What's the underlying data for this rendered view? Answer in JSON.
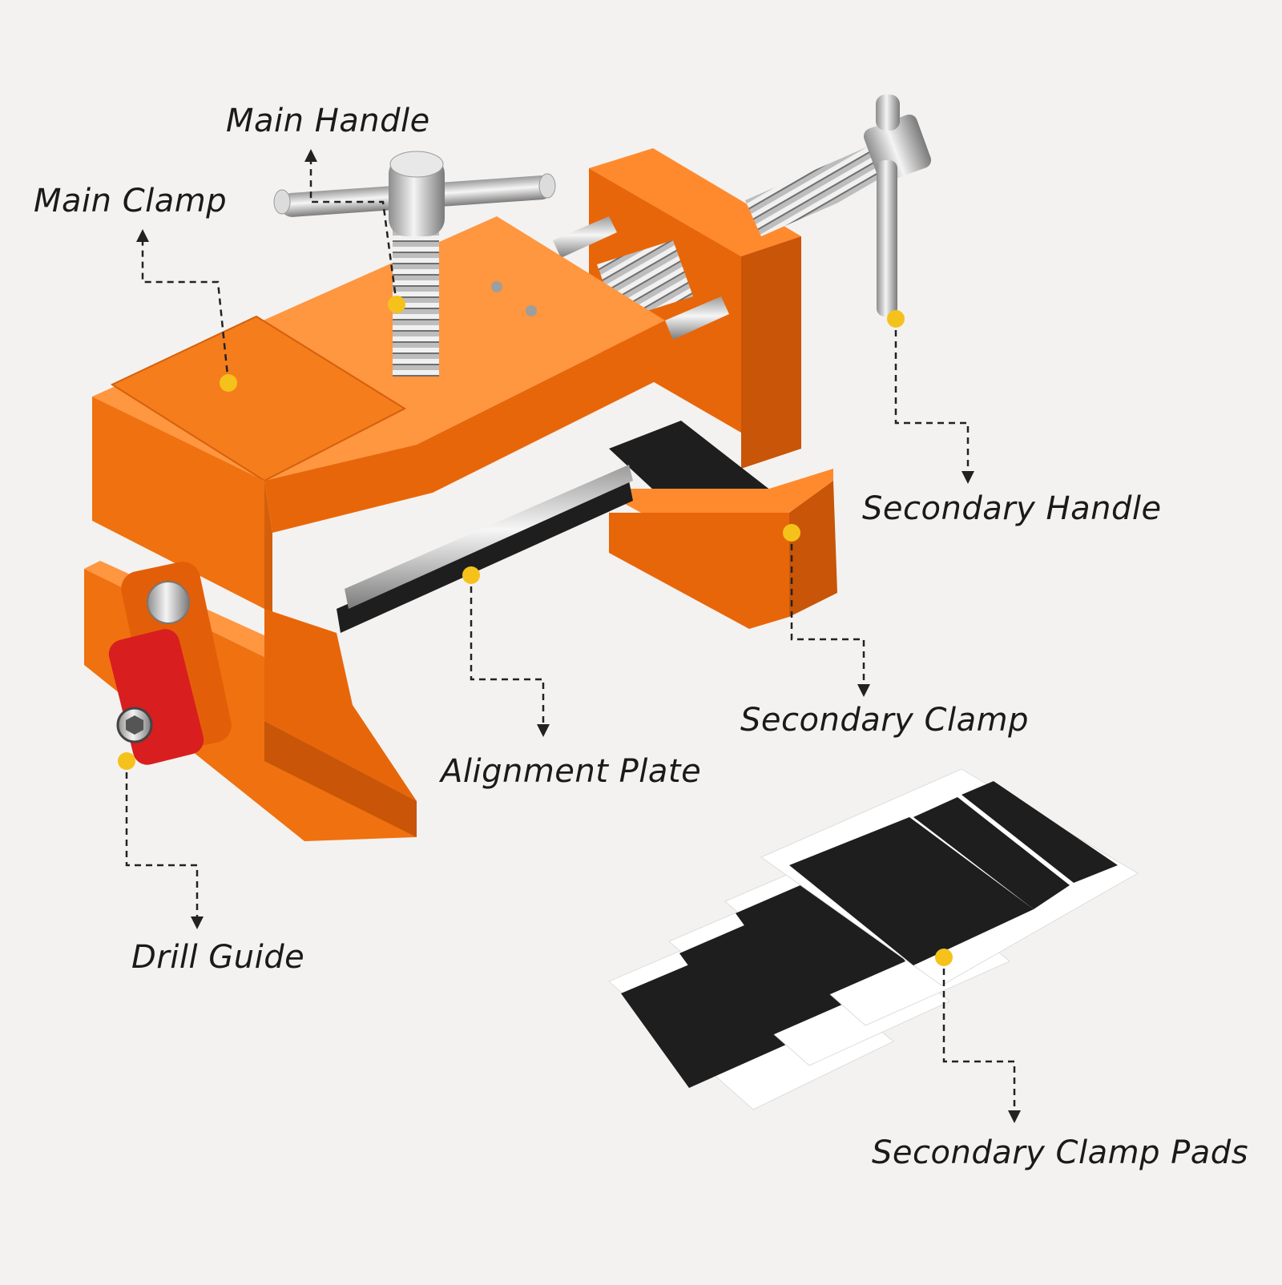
{
  "labels": {
    "main_handle": "Main Handle",
    "main_clamp": "Main Clamp",
    "secondary_handle": "Secondary Handle",
    "secondary_clamp": "Secondary Clamp",
    "alignment_plate": "Alignment Plate",
    "drill_guide": "Drill Guide",
    "secondary_clamp_pads": "Secondary Clamp Pads"
  },
  "colors": {
    "clamp_body": "#f0710f",
    "clamp_body_dark": "#c85508",
    "clamp_body_light": "#ff9640",
    "drill_guide": "#d81e1e",
    "pad": "#1e1e1e",
    "metal": "#cfcfcf",
    "marker": "#f5c21b",
    "leader_line": "#222222",
    "background": "#f3f2f0"
  },
  "icons": {
    "marker": "yellow-dot-marker",
    "arrow": "arrowhead-icon"
  }
}
